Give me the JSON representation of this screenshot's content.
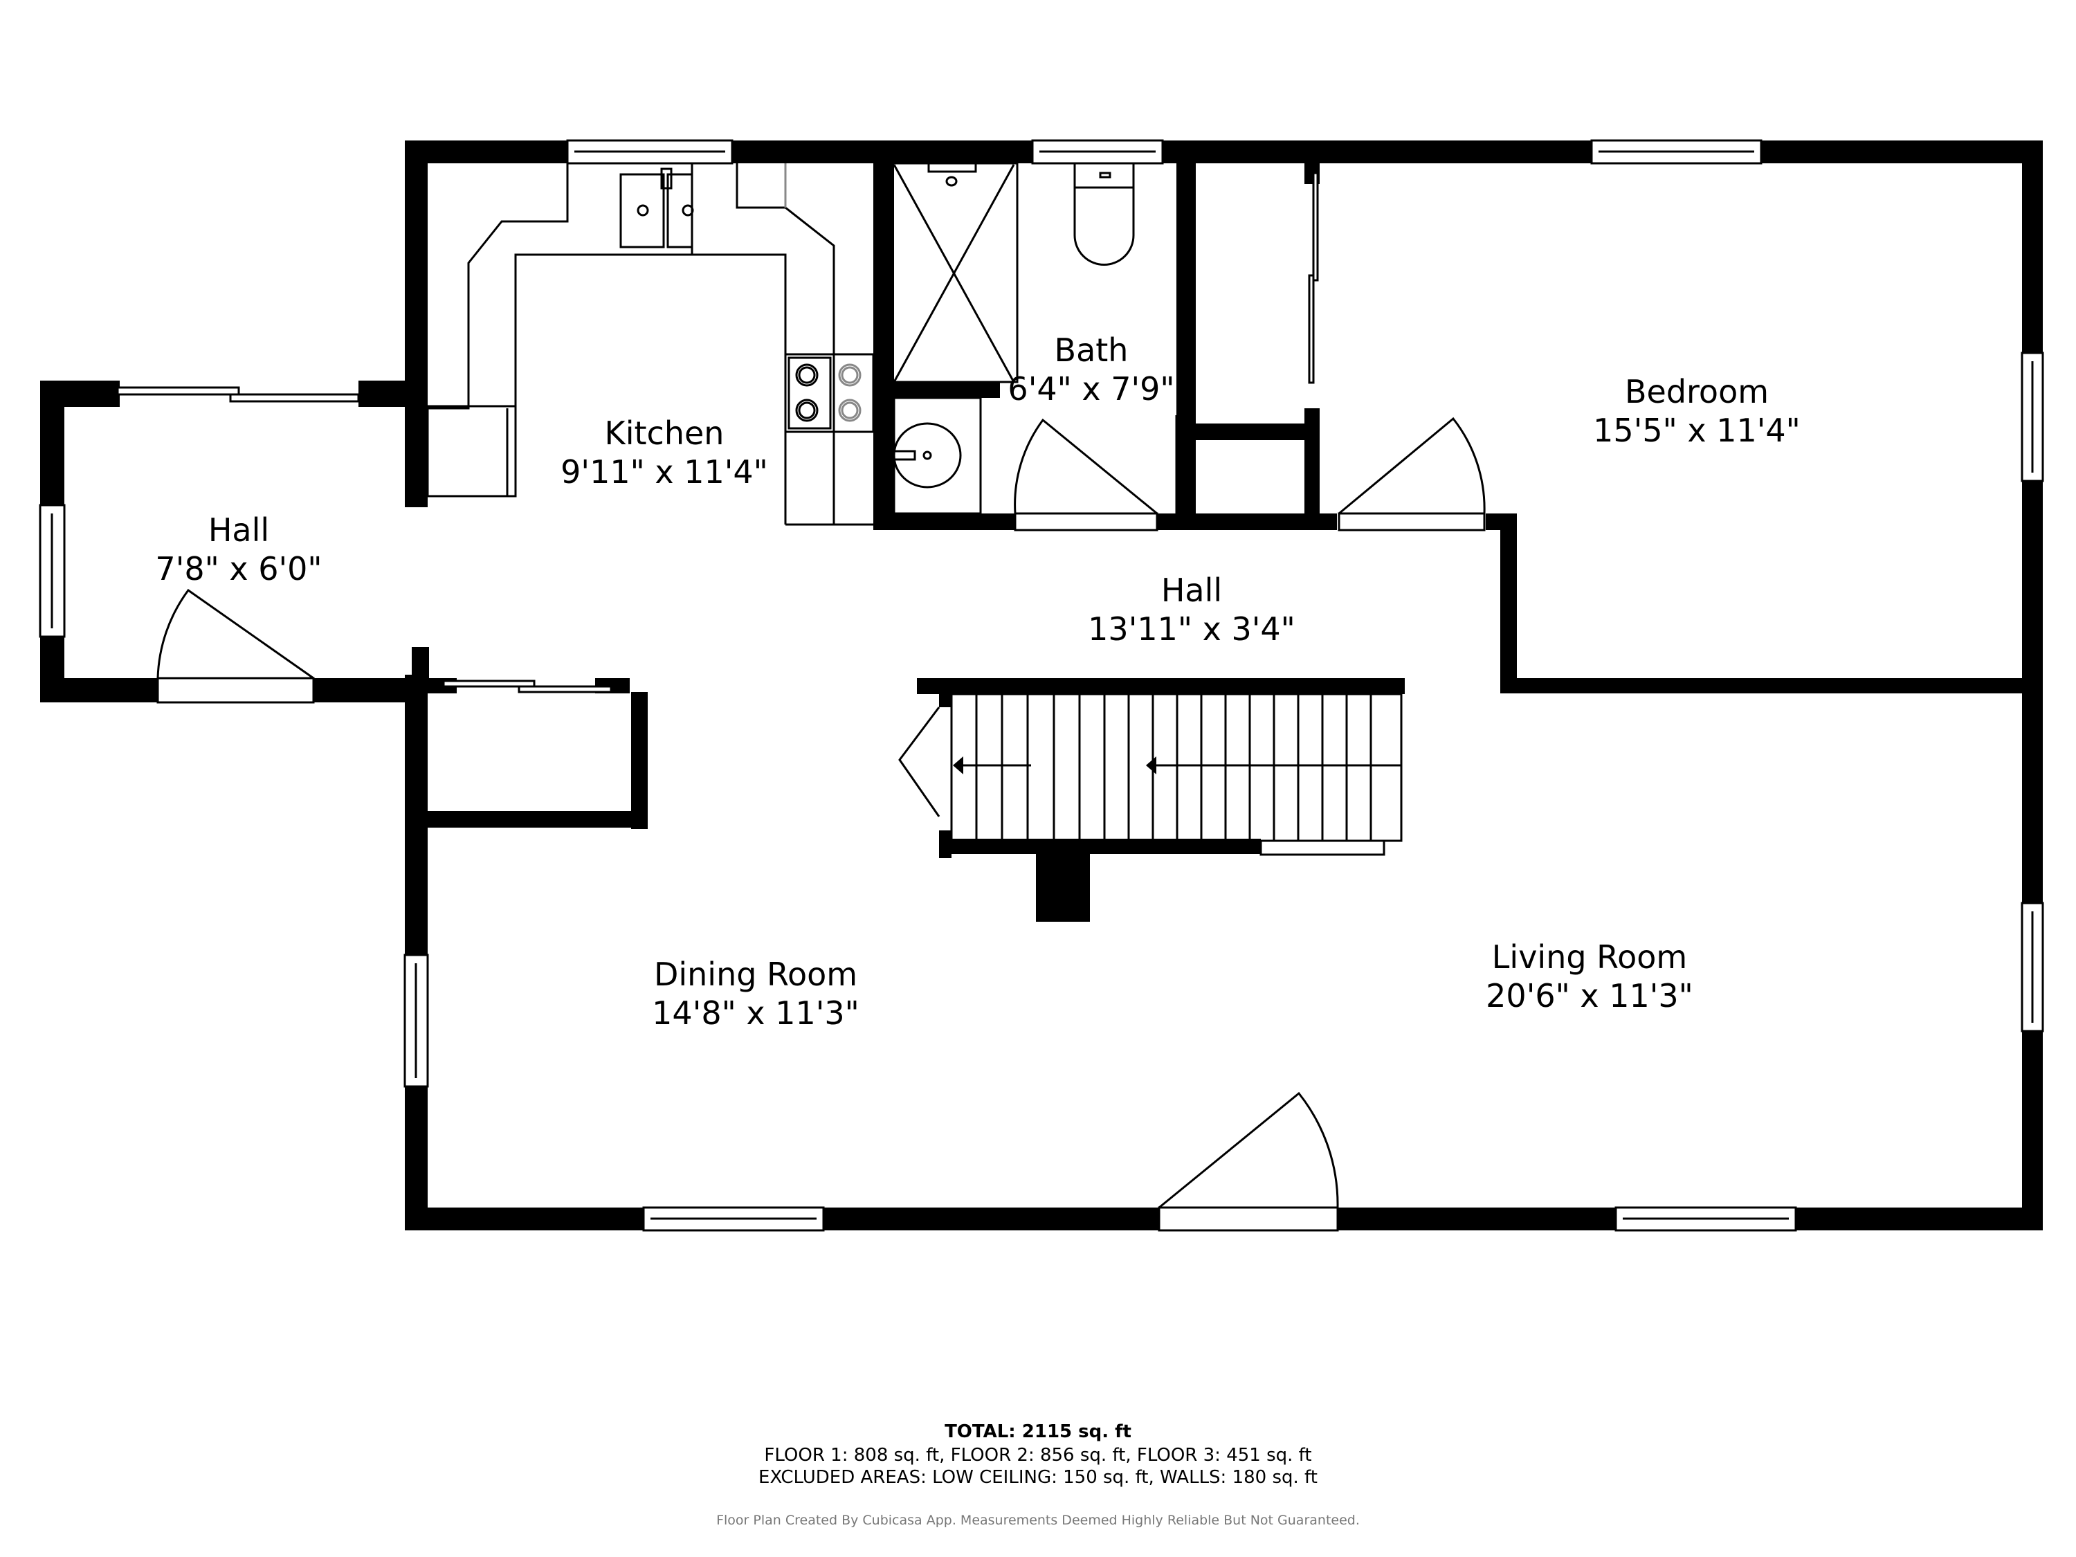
{
  "rooms": {
    "kitchen": {
      "name": "Kitchen",
      "dims": "9'11\" x 11'4\""
    },
    "bath": {
      "name": "Bath",
      "dims": "6'4\" x 7'9\""
    },
    "bedroom": {
      "name": "Bedroom",
      "dims": "15'5\" x 11'4\""
    },
    "hall_entry": {
      "name": "Hall",
      "dims": "7'8\" x 6'0\""
    },
    "hall_main": {
      "name": "Hall",
      "dims": "13'11\" x 3'4\""
    },
    "dining": {
      "name": "Dining Room",
      "dims": "14'8\" x 11'3\""
    },
    "living": {
      "name": "Living Room",
      "dims": "20'6\" x 11'3\""
    }
  },
  "summary": {
    "total": "TOTAL: 2115 sq. ft",
    "floors": "FLOOR 1: 808 sq. ft, FLOOR 2: 856 sq. ft, FLOOR 3: 451 sq. ft",
    "excluded": "EXCLUDED AREAS: LOW CEILING: 150 sq. ft, WALLS: 180 sq. ft"
  },
  "disclaimer": "Floor Plan Created By Cubicasa App. Measurements Deemed Highly Reliable But Not Guaranteed.",
  "colors": {
    "wall": "#000000",
    "background": "#ffffff",
    "disclaimer_text": "#777777"
  }
}
